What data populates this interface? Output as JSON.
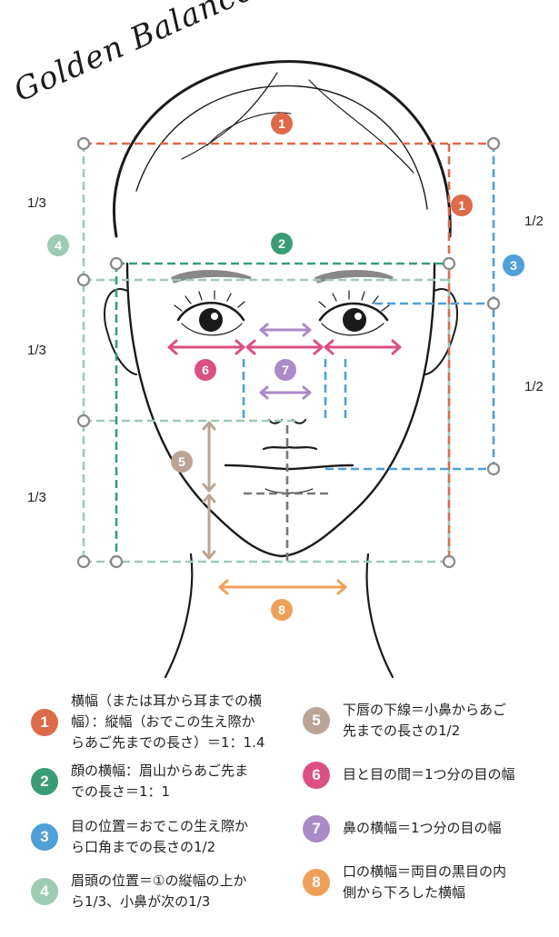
{
  "title": "Golden Balance Map",
  "colors": {
    "c1": "#dd6a4a",
    "c2": "#3a9c77",
    "c3": "#4f9fd8",
    "c4": "#9ecbb4",
    "c5": "#bba496",
    "c6": "#dc4f83",
    "c7": "#a98bc7",
    "c8": "#eea059",
    "gray": "#777777"
  },
  "ratios": {
    "left_top": "1/3",
    "left_mid": "1/3",
    "left_bottom": "1/3",
    "right_top": "1/2",
    "right_bottom": "1/2"
  },
  "badges": [
    "1",
    "2",
    "3",
    "4",
    "5",
    "6",
    "7",
    "8"
  ],
  "legend": [
    {
      "num": "1",
      "color": "c1",
      "text": "横幅（または耳から耳までの横\n幅）：縦幅（おでこの生え際か\nらあご先までの長さ）＝1：1.4"
    },
    {
      "num": "2",
      "color": "c2",
      "text": "顔の横幅：眉山からあご先ま\nでの長さ＝1：1"
    },
    {
      "num": "3",
      "color": "c3",
      "text": "目の位置＝おでこの生え際か\nら口角までの長さの1/2"
    },
    {
      "num": "4",
      "color": "c4",
      "text": "眉頭の位置＝①の縦幅の上か\nら1/3、小鼻が次の1/3"
    },
    {
      "num": "5",
      "color": "c5",
      "text": "下唇の下線＝小鼻からあご\n先までの長さの1/2"
    },
    {
      "num": "6",
      "color": "c6",
      "text": "目と目の間＝1つ分の目の幅"
    },
    {
      "num": "7",
      "color": "c7",
      "text": "鼻の横幅＝1つ分の目の幅"
    },
    {
      "num": "8",
      "color": "c8",
      "text": "口の横幅＝両目の黒目の内\n側から下ろした横幅"
    }
  ]
}
